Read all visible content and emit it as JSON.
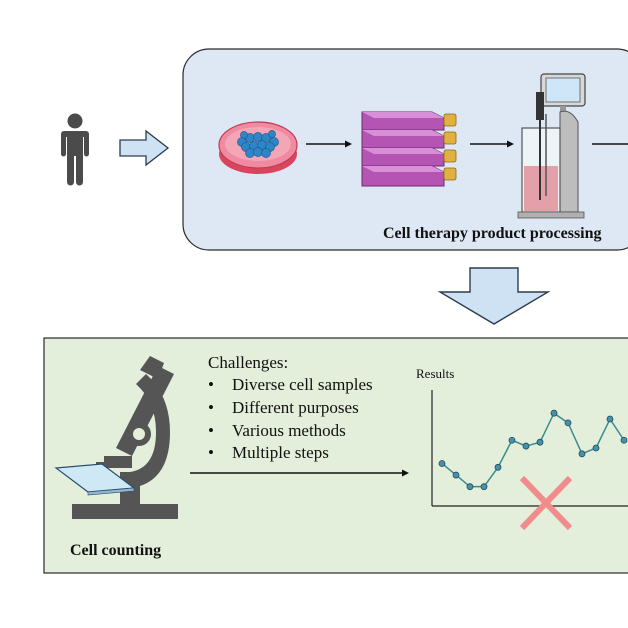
{
  "top_panel": {
    "caption": "Cell therapy product processing",
    "background": "#dde8f4"
  },
  "bottom_panel": {
    "caption": "Cell counting",
    "background": "#e3eedb",
    "challenges_title": "Challenges:",
    "challenges": [
      "Diverse cell samples",
      "Different purposes",
      "Various methods",
      "Multiple steps"
    ],
    "bullet": "•"
  },
  "icons": {
    "donor": "person-icon",
    "petri_dish": "petri-dish-icon",
    "flasks": "culture-flask-stack-icon",
    "bioreactor": "bioreactor-icon",
    "microscope": "microscope-icon",
    "slide": "microscope-slide-icon",
    "fail_mark": "red-x-icon"
  },
  "colors": {
    "arrow_fill": "#cfe2f3",
    "arrow_stroke": "#2b3d4f",
    "flask": "#b455b4",
    "dish": "#e8607a",
    "cells": "#2e86c8",
    "line": "#3b8c8c",
    "marker": "#4a90a8",
    "fail": "#f08c8c",
    "microscope": "#555555"
  },
  "chart_data": {
    "type": "line",
    "title": "Results",
    "xlabel": "",
    "ylabel": "",
    "x": [
      1,
      2,
      3,
      4,
      5,
      6,
      7,
      8,
      9,
      10,
      11,
      12,
      13,
      14
    ],
    "values": [
      2.2,
      1.6,
      1.0,
      1.0,
      2.0,
      3.4,
      3.1,
      3.3,
      4.8,
      4.3,
      2.7,
      3.0,
      4.5,
      3.4
    ],
    "ylim": [
      0,
      6
    ],
    "xlim": [
      0.5,
      14.5
    ],
    "grid": false,
    "fail_marker": true
  }
}
